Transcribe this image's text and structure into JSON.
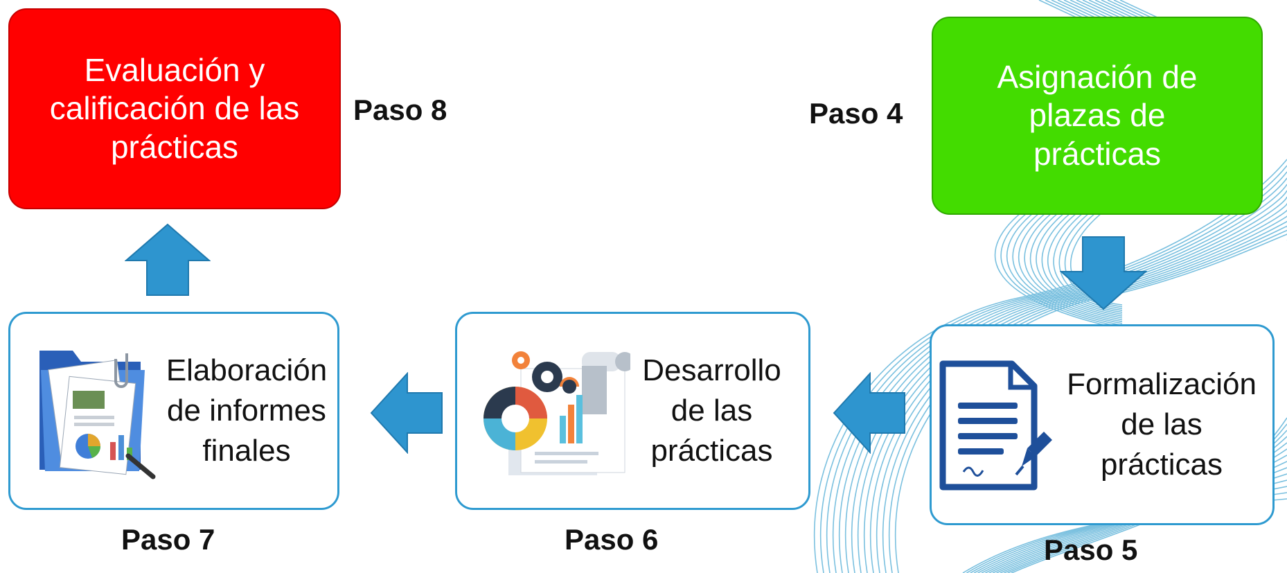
{
  "steps": {
    "step8": {
      "label": "Paso 8",
      "title": "Evaluación y calificación de las prácticas",
      "color": "#ff0000"
    },
    "step4": {
      "label": "Paso 4",
      "title": "Asignación de plazas de prácticas",
      "color": "#43dc00"
    },
    "step7": {
      "label": "Paso 7",
      "title": "Elaboración de informes finales",
      "icon": "folder-documents-icon"
    },
    "step6": {
      "label": "Paso 6",
      "title": "Desarrollo de las prácticas",
      "icon": "gears-report-icon"
    },
    "step5": {
      "label": "Paso 5",
      "title": "Formalización de las prácticas",
      "icon": "document-signature-icon"
    }
  },
  "colors": {
    "arrow": "#2e95cf",
    "box_border": "#2e9ad0",
    "decoration": "#7ac0df"
  },
  "arrows": [
    {
      "from": "Paso 4",
      "to": "Paso 5",
      "direction": "down"
    },
    {
      "from": "Paso 5",
      "to": "Paso 6",
      "direction": "left"
    },
    {
      "from": "Paso 6",
      "to": "Paso 7",
      "direction": "left"
    },
    {
      "from": "Paso 7",
      "to": "Paso 8",
      "direction": "up"
    }
  ]
}
